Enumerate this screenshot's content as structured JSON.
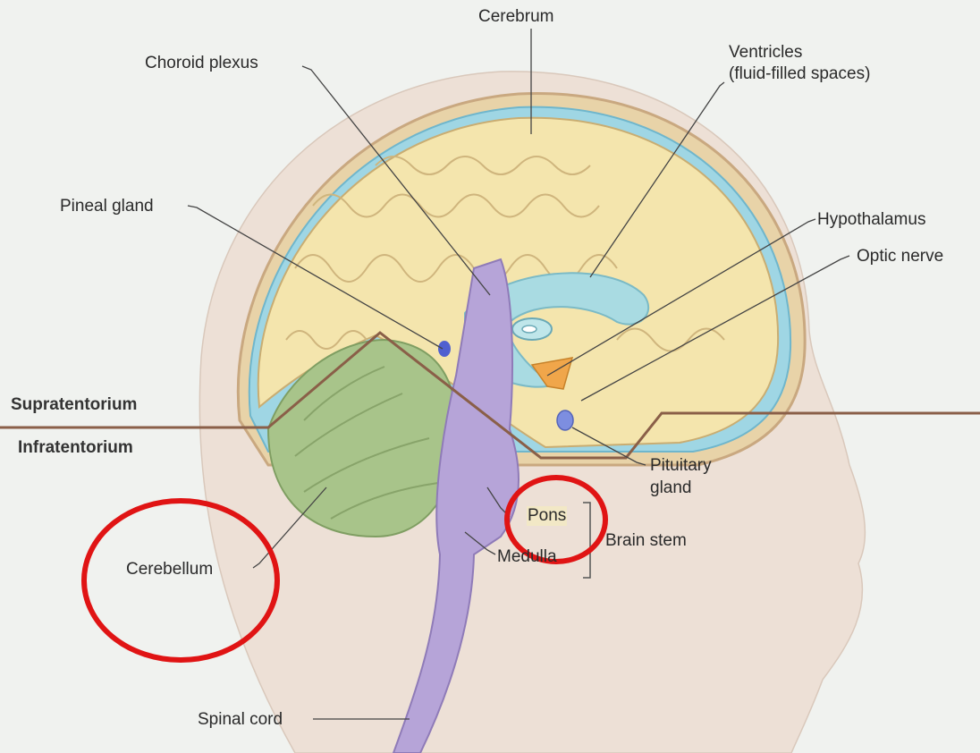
{
  "labels": {
    "cerebrum": "Cerebrum",
    "choroid_plexus": "Choroid plexus",
    "ventricles_line1": "Ventricles",
    "ventricles_line2": "(fluid-filled spaces)",
    "pineal_gland": "Pineal gland",
    "hypothalamus": "Hypothalamus",
    "optic_nerve": "Optic nerve",
    "supratentorium": "Supratentorium",
    "infratentorium": "Infratentorium",
    "pituitary_line1": "Pituitary",
    "pituitary_line2": "gland",
    "pons": "Pons",
    "brain_stem": "Brain stem",
    "medulla": "Medulla",
    "cerebellum": "Cerebellum",
    "spinal_cord": "Spinal cord"
  },
  "colors": {
    "background": "#f0f2ef",
    "skin": "#ede0d6",
    "cerebrum": "#f4e5ad",
    "ventricles": "#a9dbe2",
    "cerebellum": "#a8c48a",
    "brainstem": "#b6a4d8",
    "hypothalamus": "#f0a64a",
    "pineal": "#5060d0",
    "tentorium_line": "#8a5f48",
    "highlight_circle": "#e01414"
  },
  "highlights": [
    "cerebellum",
    "pons"
  ]
}
